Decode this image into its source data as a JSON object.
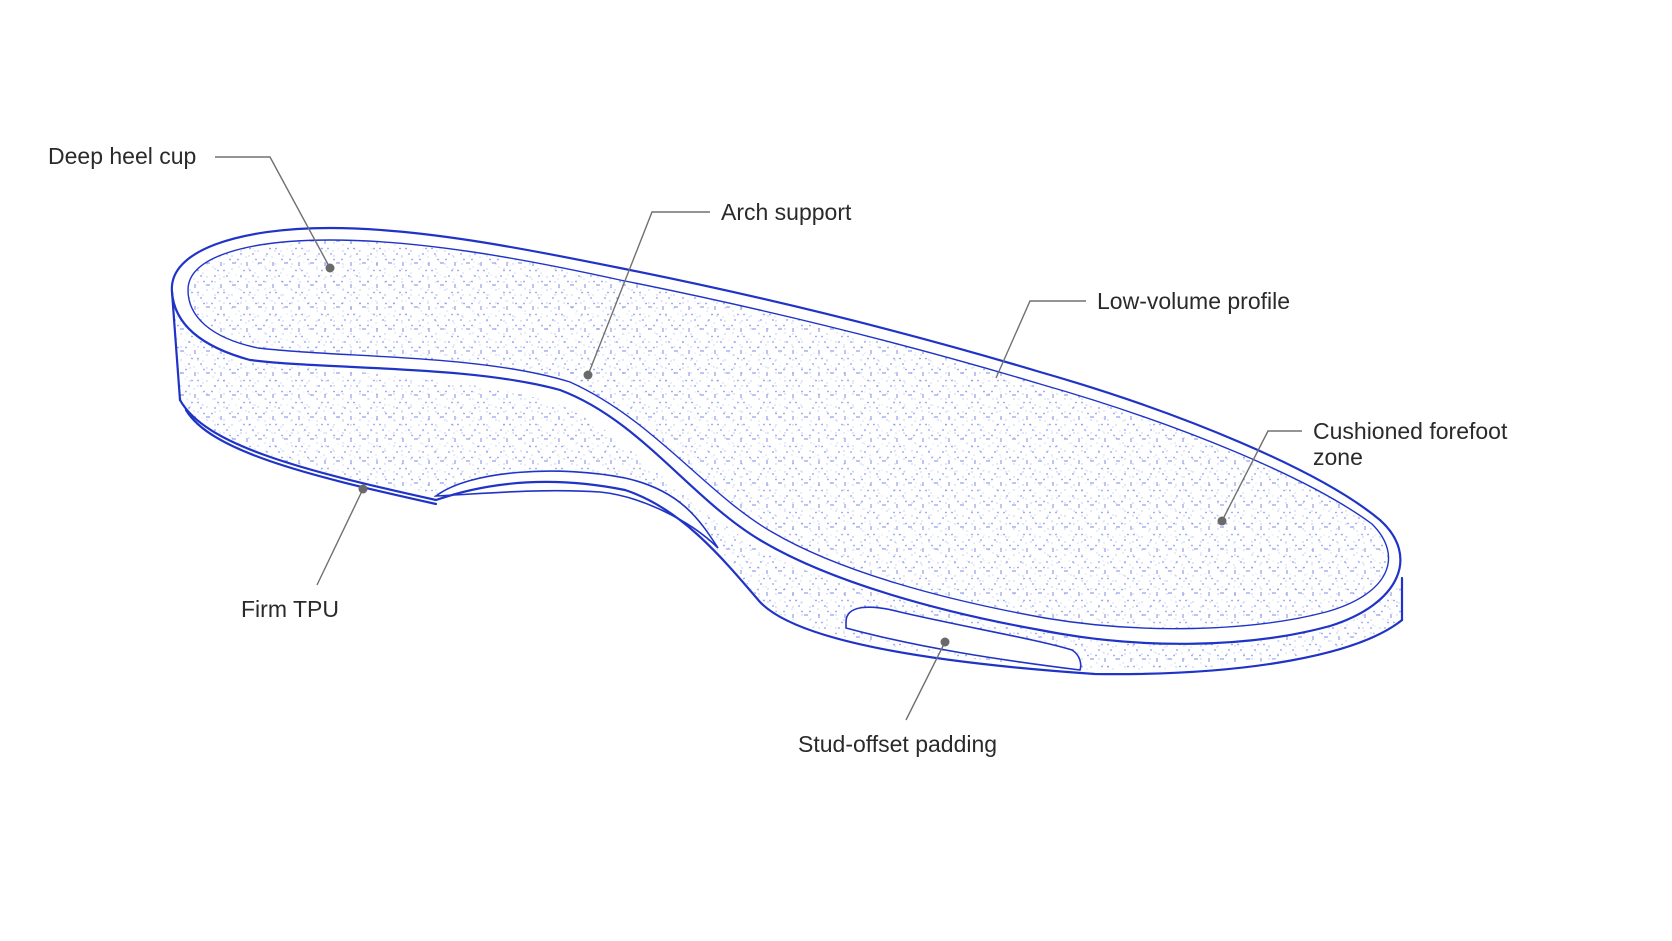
{
  "colors": {
    "outline": "#1f33c7",
    "dots": "#2d49d8",
    "leader": "#707070",
    "text": "#2a2a2a"
  },
  "callouts": {
    "deep_heel_cup": "Deep heel cup",
    "arch_support": "Arch support",
    "low_volume_profile": "Low-volume profile",
    "cushioned_forefoot_line1": "Cushioned forefoot",
    "cushioned_forefoot_line2": "zone",
    "firm_tpu": "Firm TPU",
    "stud_offset_padding": "Stud-offset padding"
  }
}
